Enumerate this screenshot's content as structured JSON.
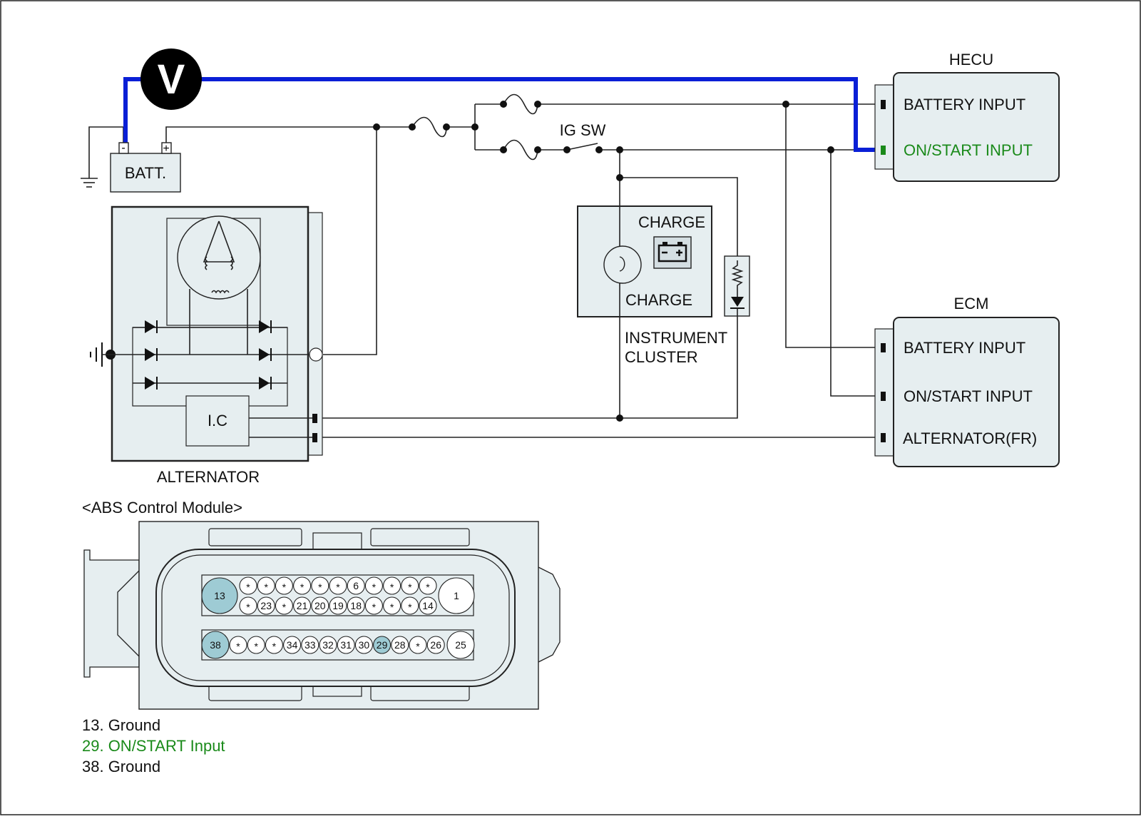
{
  "colors": {
    "panel": "#e6eef0",
    "highlight_wire": "#0a1fd6",
    "highlight_text": "#1a8a1a",
    "highlight_pin": "#9ecbd4",
    "line": "#222222"
  },
  "meter": {
    "symbol": "V",
    "icon": "voltmeter-icon"
  },
  "battery": {
    "label": "BATT.",
    "neg": "-",
    "pos": "+"
  },
  "ig_sw": {
    "label": "IG SW"
  },
  "hecu": {
    "title": "HECU",
    "battery_input": "BATTERY INPUT",
    "on_start_input": "ON/START INPUT"
  },
  "ecm": {
    "title": "ECM",
    "battery_input": "BATTERY INPUT",
    "on_start_input": "ON/START INPUT",
    "alternator_fr": "ALTERNATOR(FR)"
  },
  "cluster": {
    "charge_top": "CHARGE",
    "charge_bottom": "CHARGE",
    "name_line1": "INSTRUMENT",
    "name_line2": "CLUSTER"
  },
  "alternator": {
    "label": "ALTERNATOR",
    "ic": "I.C"
  },
  "abs": {
    "title": "<ABS Control Module>",
    "row1_top": [
      "*",
      "*",
      "*",
      "*",
      "*",
      "*",
      "6",
      "*",
      "*",
      "*",
      "*"
    ],
    "row1_bottom": [
      "*",
      "23",
      "*",
      "21",
      "20",
      "19",
      "18",
      "*",
      "*",
      "*",
      "14"
    ],
    "row1_left": "13",
    "row1_right": "1",
    "row2": [
      "*",
      "*",
      "*",
      "34",
      "33",
      "32",
      "31",
      "30",
      "29",
      "28",
      "*",
      "26"
    ],
    "row2_left": "38",
    "row2_right": "25",
    "highlighted_pins": [
      "13",
      "29",
      "38"
    ]
  },
  "legend": [
    "13. Ground",
    "29. ON/START Input",
    "38. Ground"
  ],
  "legend_highlight_index": 1
}
